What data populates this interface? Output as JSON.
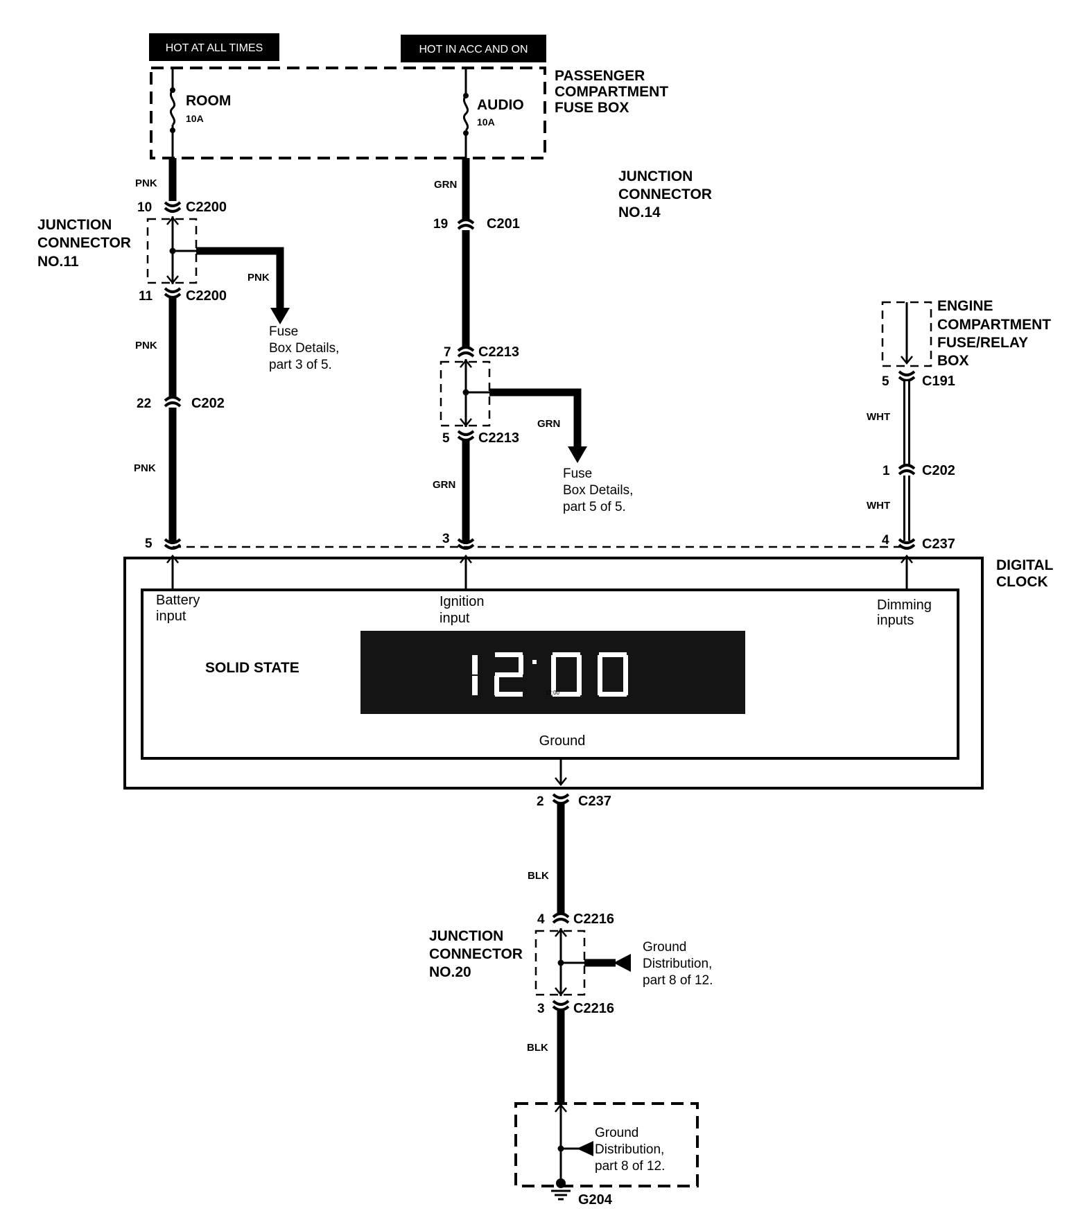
{
  "power": {
    "hot_at_all_times": "HOT AT ALL TIMES",
    "hot_in_acc_and_on": "HOT IN ACC AND ON"
  },
  "passenger_fuse_box": {
    "label_line1": "PASSENGER",
    "label_line2": "COMPARTMENT",
    "label_line3": "FUSE BOX",
    "room_fuse": {
      "name": "ROOM",
      "rating": "10A"
    },
    "audio_fuse": {
      "name": "AUDIO",
      "rating": "10A"
    }
  },
  "junction_connector_14": {
    "line1": "JUNCTION",
    "line2": "CONNECTOR",
    "line3": "NO.14"
  },
  "left_circuit": {
    "wire_color_1": "PNK",
    "pin_10": "10",
    "conn_c2200_top": "C2200",
    "jc11_line1": "JUNCTION",
    "jc11_line2": "CONNECTOR",
    "jc11_line3": "NO.11",
    "branch_wire_color": "PNK",
    "branch_ref_line1": "Fuse",
    "branch_ref_line2": "Box Details,",
    "branch_ref_line3": "part 3 of 5.",
    "pin_11": "11",
    "conn_c2200_bottom": "C2200",
    "wire_color_2": "PNK",
    "pin_22": "22",
    "conn_c202": "C202",
    "wire_color_3": "PNK",
    "pin_5": "5"
  },
  "middle_circuit": {
    "wire_color_1": "GRN",
    "pin_19": "19",
    "conn_c201": "C201",
    "pin_7": "7",
    "conn_c2213_top": "C2213",
    "branch_wire_color": "GRN",
    "branch_ref_line1": "Fuse",
    "branch_ref_line2": "Box Details,",
    "branch_ref_line3": "part 5 of 5.",
    "pin_5": "5",
    "conn_c2213_bottom": "C2213",
    "wire_color_2": "GRN",
    "pin_3": "3"
  },
  "right_circuit": {
    "engine_box_line1": "ENGINE",
    "engine_box_line2": "COMPARTMENT",
    "engine_box_line3": "FUSE/RELAY",
    "engine_box_line4": "BOX",
    "pin_5": "5",
    "conn_c191": "C191",
    "wire_color_1": "WHT",
    "pin_1": "1",
    "conn_c202": "C202",
    "wire_color_2": "WHT",
    "pin_4": "4",
    "conn_c237": "C237"
  },
  "digital_clock": {
    "label_line1": "DIGITAL",
    "label_line2": "CLOCK",
    "battery_input_line1": "Battery",
    "battery_input_line2": "input",
    "ignition_input_line1": "Ignition",
    "ignition_input_line2": "input",
    "dimming_inputs_line1": "Dimming",
    "dimming_inputs_line2": "inputs",
    "solid_state": "SOLID STATE",
    "display_time": "12:00",
    "ground": "Ground",
    "display_bg": "#141414"
  },
  "ground_circuit": {
    "pin_2": "2",
    "conn_c237": "C237",
    "wire_color_1": "BLK",
    "pin_4": "4",
    "conn_c2216_top": "C2216",
    "jc20_line1": "JUNCTION",
    "jc20_line2": "CONNECTOR",
    "jc20_line3": "NO.20",
    "ground_ref_line1": "Ground",
    "ground_ref_line2": "Distribution,",
    "ground_ref_line3": "part 8 of 12.",
    "pin_3": "3",
    "conn_c2216_bottom": "C2216",
    "wire_color_2": "BLK",
    "ground_box_ref_line1": "Ground",
    "ground_box_ref_line2": "Distribution,",
    "ground_box_ref_line3": "part 8 of 12.",
    "ground_point": "G204"
  }
}
